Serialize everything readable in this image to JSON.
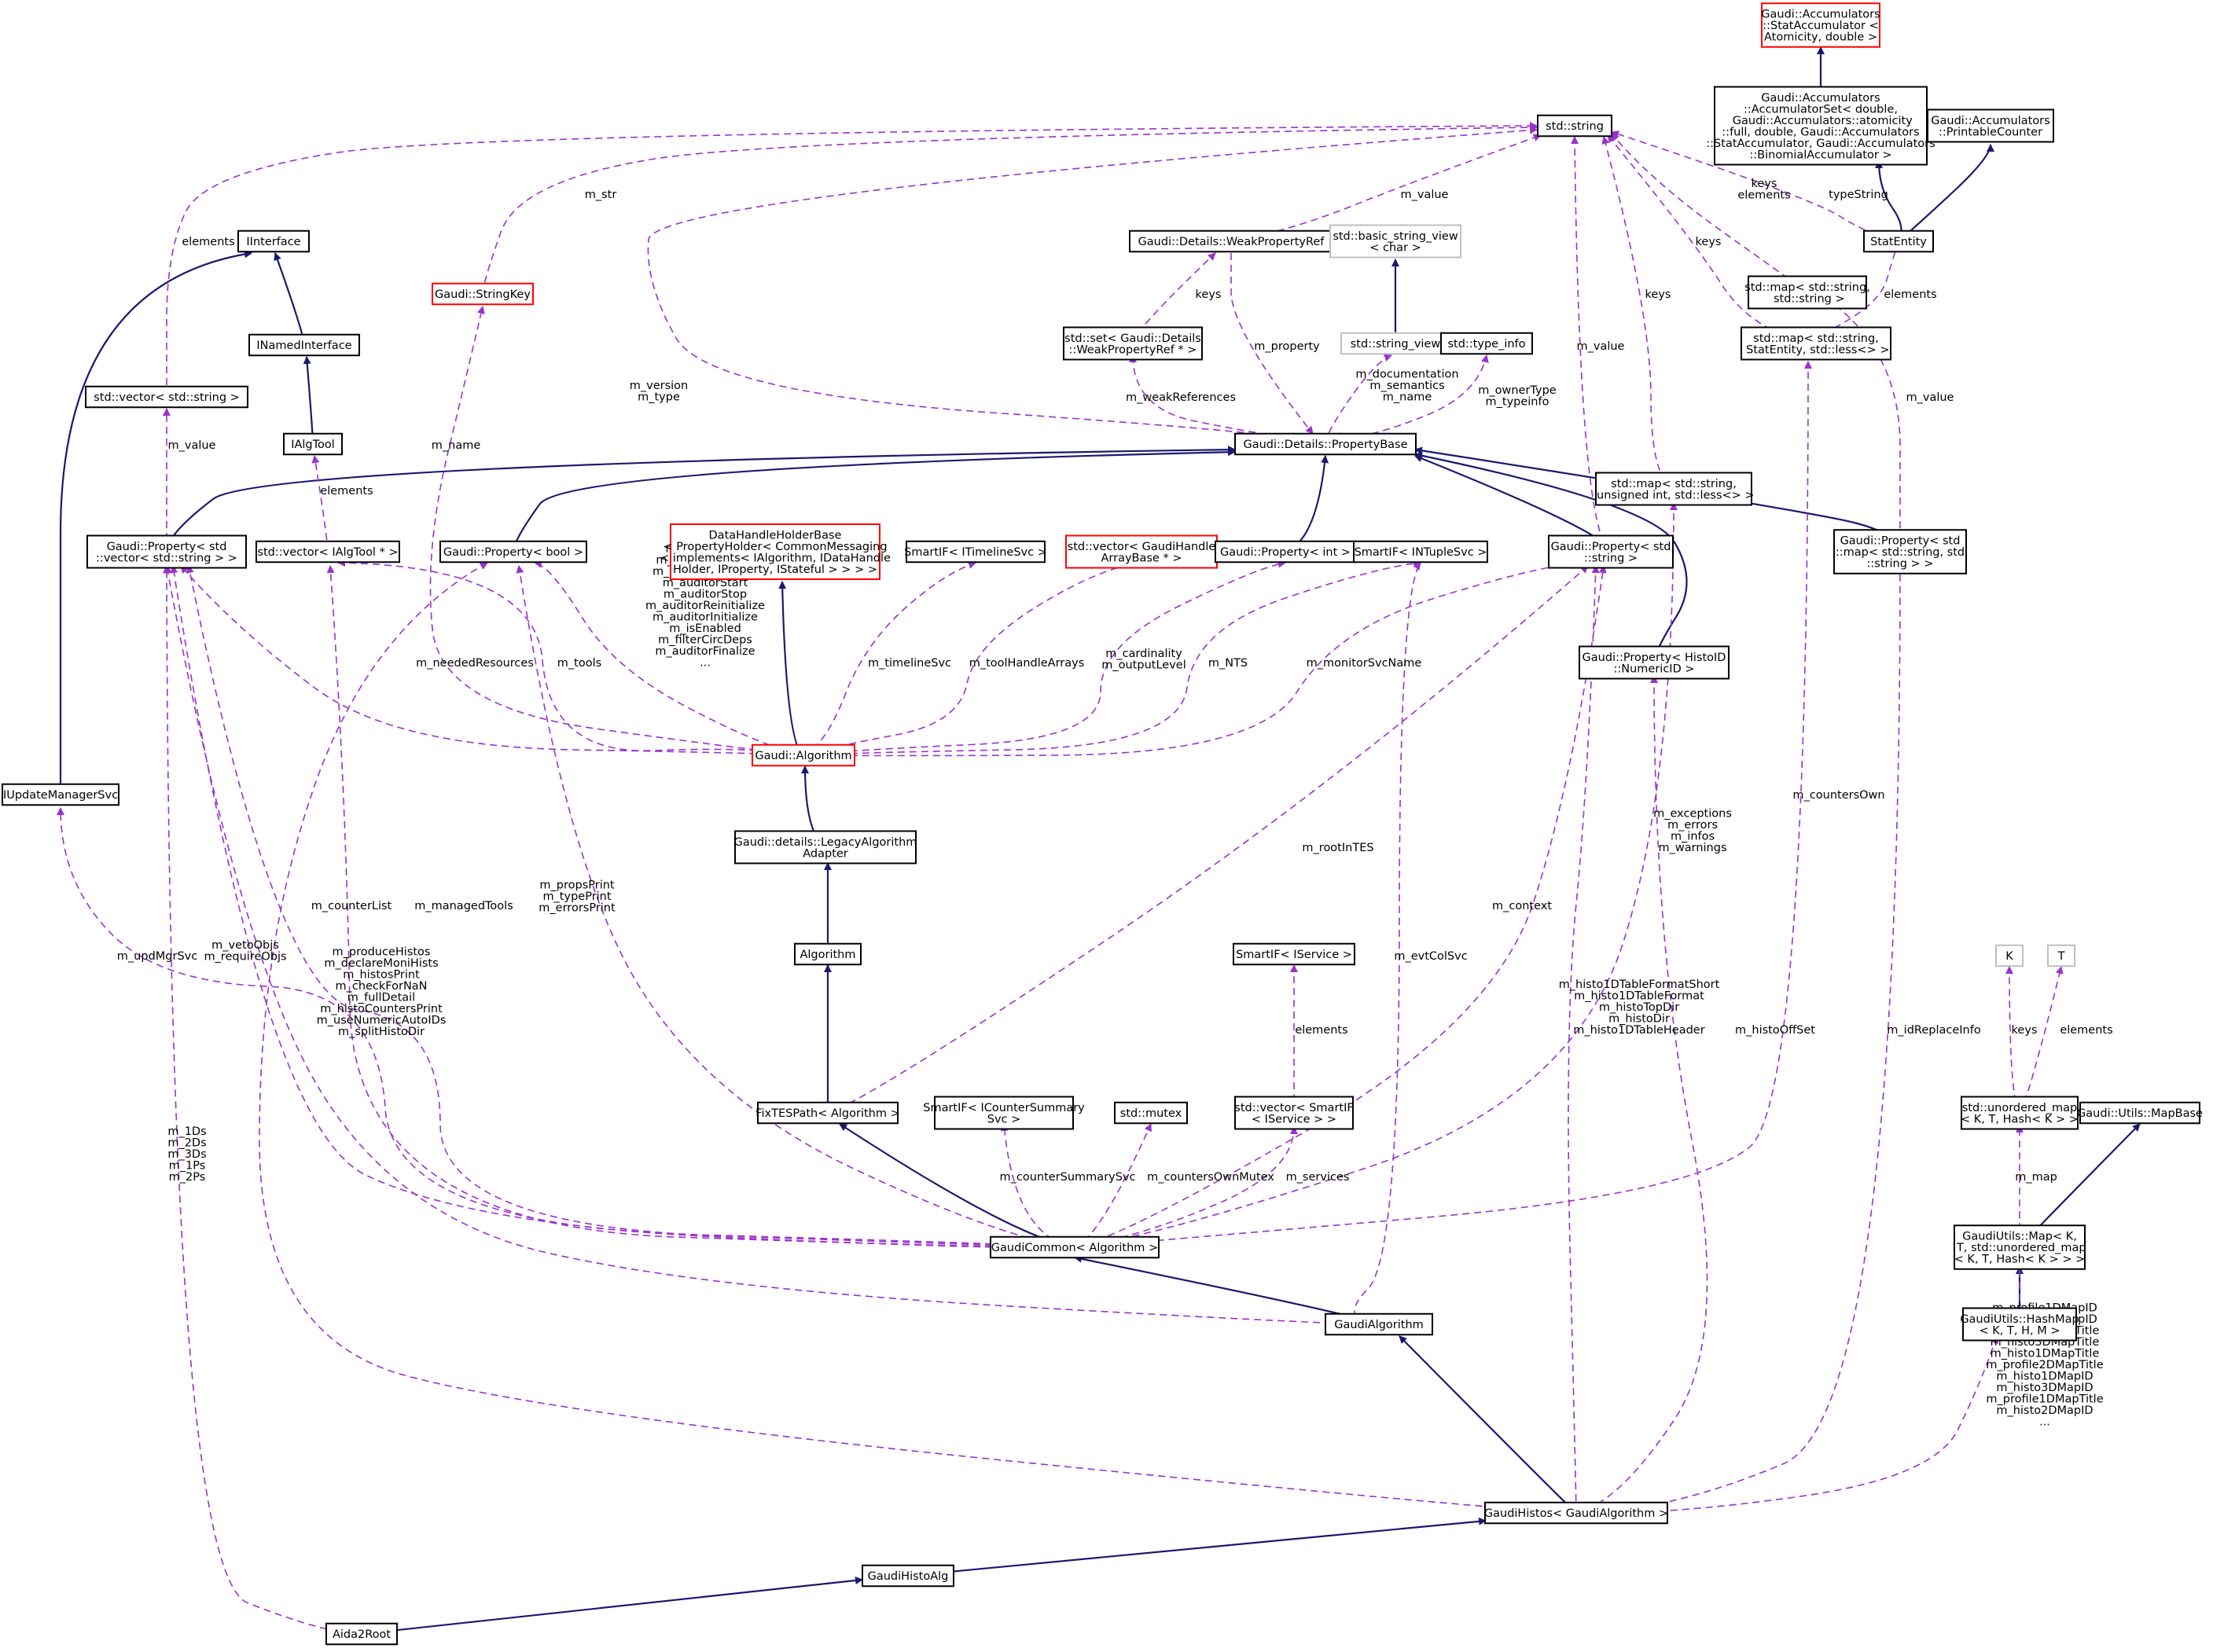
{
  "diagram": {
    "colors": {
      "inherit_edge": "#191970",
      "member_edge": "#9a32cd",
      "node_border": "#000000",
      "node_border_undocumented": "#ff0000",
      "node_border_external": "#bfbfbf",
      "root_fill": "#bfbfbf"
    },
    "nodes": [
      {
        "id": "stataccum",
        "lines": [
          "Gaudi::Accumulators",
          "::StatAccumulator <",
          "Atomicity, double >"
        ],
        "style": "red"
      },
      {
        "id": "accumset",
        "lines": [
          "Gaudi::Accumulators",
          "::AccumulatorSet< double,",
          " Gaudi::Accumulators::atomicity",
          "::full, double, Gaudi::Accumulators",
          "::StatAccumulator, Gaudi::Accumulators",
          "::BinomialAccumulator >"
        ],
        "style": "normal"
      },
      {
        "id": "printcounter",
        "lines": [
          "Gaudi::Accumulators",
          "::PrintableCounter"
        ],
        "style": "normal"
      },
      {
        "id": "stdstring",
        "lines": [
          "std::string"
        ],
        "style": "normal"
      },
      {
        "id": "statentity",
        "lines": [
          "StatEntity"
        ],
        "style": "normal"
      },
      {
        "id": "mapstrstr",
        "lines": [
          "std::map< std::string,",
          " std::string >"
        ],
        "style": "normal"
      },
      {
        "id": "mapstrstat",
        "lines": [
          "std::map< std::string,",
          " StatEntity, std::less<> >"
        ],
        "style": "normal"
      },
      {
        "id": "iinterface",
        "lines": [
          "IInterface"
        ],
        "style": "normal"
      },
      {
        "id": "inamed",
        "lines": [
          "INamedInterface"
        ],
        "style": "normal"
      },
      {
        "id": "ialgtool",
        "lines": [
          "IAlgTool"
        ],
        "style": "normal"
      },
      {
        "id": "vecstr",
        "lines": [
          "std::vector< std::string >"
        ],
        "style": "normal"
      },
      {
        "id": "stringkey",
        "lines": [
          "Gaudi::StringKey"
        ],
        "style": "red"
      },
      {
        "id": "weakpropref",
        "lines": [
          "Gaudi::Details::WeakPropertyRef"
        ],
        "style": "normal"
      },
      {
        "id": "bsv",
        "lines": [
          "std::basic_string_view",
          "< char >"
        ],
        "style": "gray"
      },
      {
        "id": "setweak",
        "lines": [
          "std::set< Gaudi::Details",
          "::WeakPropertyRef * >"
        ],
        "style": "normal"
      },
      {
        "id": "strview",
        "lines": [
          "std::string_view"
        ],
        "style": "gray"
      },
      {
        "id": "typeinfo",
        "lines": [
          "std::type_info"
        ],
        "style": "normal"
      },
      {
        "id": "propbase",
        "lines": [
          "Gaudi::Details::PropertyBase"
        ],
        "style": "normal"
      },
      {
        "id": "mapstruint",
        "lines": [
          "std::map< std::string,",
          " unsigned int, std::less<> >"
        ],
        "style": "normal"
      },
      {
        "id": "propvecstr",
        "lines": [
          "Gaudi::Property< std",
          "::vector< std::string > >"
        ],
        "style": "normal"
      },
      {
        "id": "vecialgtool",
        "lines": [
          "std::vector< IAlgTool * >"
        ],
        "style": "normal"
      },
      {
        "id": "propbool",
        "lines": [
          "Gaudi::Property< bool >"
        ],
        "style": "normal"
      },
      {
        "id": "dhhb",
        "lines": [
          "DataHandleHolderBase",
          "< PropertyHolder< CommonMessaging",
          "< implements< IAlgorithm, IDataHandle",
          "Holder, IProperty, IStateful > > > >"
        ],
        "style": "red"
      },
      {
        "id": "smarttimeline",
        "lines": [
          "SmartIF< ITimelineSvc >"
        ],
        "style": "normal"
      },
      {
        "id": "vecgaudihandle",
        "lines": [
          "std::vector< GaudiHandle",
          "ArrayBase * >"
        ],
        "style": "red"
      },
      {
        "id": "propint",
        "lines": [
          "Gaudi::Property< int >"
        ],
        "style": "normal"
      },
      {
        "id": "smartntuple",
        "lines": [
          "SmartIF< INTupleSvc >"
        ],
        "style": "normal"
      },
      {
        "id": "propstr",
        "lines": [
          "Gaudi::Property< std",
          "::string >"
        ],
        "style": "normal"
      },
      {
        "id": "propmap",
        "lines": [
          "Gaudi::Property< std",
          "::map< std::string, std",
          "::string > >"
        ],
        "style": "normal"
      },
      {
        "id": "prophistoid",
        "lines": [
          "Gaudi::Property< HistoID",
          "::NumericID >"
        ],
        "style": "normal"
      },
      {
        "id": "iupdmgr",
        "lines": [
          "IUpdateManagerSvc"
        ],
        "style": "normal"
      },
      {
        "id": "gaudialgorithm_base",
        "lines": [
          "Gaudi::Algorithm"
        ],
        "style": "red"
      },
      {
        "id": "legacyadapter",
        "lines": [
          "Gaudi::details::LegacyAlgorithm",
          "Adapter"
        ],
        "style": "normal"
      },
      {
        "id": "algorithm",
        "lines": [
          "Algorithm"
        ],
        "style": "normal"
      },
      {
        "id": "fixtes",
        "lines": [
          "FixTESPath< Algorithm >"
        ],
        "style": "normal"
      },
      {
        "id": "smartcounter",
        "lines": [
          "SmartIF< ICounterSummary",
          "Svc >"
        ],
        "style": "normal"
      },
      {
        "id": "stdmutex",
        "lines": [
          "std::mutex"
        ],
        "style": "normal"
      },
      {
        "id": "smartiservice",
        "lines": [
          "SmartIF< IService >"
        ],
        "style": "normal"
      },
      {
        "id": "vecsmartiservice",
        "lines": [
          "std::vector< SmartIF",
          "< IService > >"
        ],
        "style": "normal"
      },
      {
        "id": "gaudicommon",
        "lines": [
          "GaudiCommon< Algorithm >"
        ],
        "style": "normal"
      },
      {
        "id": "gaudialg",
        "lines": [
          "GaudiAlgorithm"
        ],
        "style": "normal"
      },
      {
        "id": "K",
        "lines": [
          "K"
        ],
        "style": "gray"
      },
      {
        "id": "T",
        "lines": [
          "T"
        ],
        "style": "gray"
      },
      {
        "id": "unorderedmap",
        "lines": [
          "std::unordered_map",
          "< K, T, Hash< K > >"
        ],
        "style": "normal"
      },
      {
        "id": "mapbase",
        "lines": [
          "Gaudi::Utils::MapBase"
        ],
        "style": "normal"
      },
      {
        "id": "gumap",
        "lines": [
          "GaudiUtils::Map< K,",
          " T, std::unordered_map",
          "< K, T, Hash< K > > >"
        ],
        "style": "normal"
      },
      {
        "id": "hashmap",
        "lines": [
          "GaudiUtils::HashMap",
          "< K, T, H, M >"
        ],
        "style": "normal"
      },
      {
        "id": "gaudihistos",
        "lines": [
          "GaudiHistos< GaudiAlgorithm >"
        ],
        "style": "normal"
      },
      {
        "id": "gaudihistoalg",
        "lines": [
          "GaudiHistoAlg"
        ],
        "style": "normal"
      },
      {
        "id": "aida2root",
        "lines": [
          "Aida2Root"
        ],
        "style": "root"
      }
    ],
    "edges": [
      {
        "kind": "inherit",
        "from": "accumset",
        "to": "stataccum"
      },
      {
        "kind": "inherit",
        "from": "statentity",
        "to": "accumset"
      },
      {
        "kind": "inherit",
        "from": "statentity",
        "to": "printcounter"
      },
      {
        "kind": "inherit",
        "from": "inamed",
        "to": "iinterface"
      },
      {
        "kind": "inherit",
        "from": "ialgtool",
        "to": "inamed"
      },
      {
        "kind": "inherit",
        "from": "iupdmgr",
        "to": "iinterface"
      },
      {
        "kind": "inherit",
        "from": "strview",
        "to": "bsv"
      },
      {
        "kind": "inherit",
        "from": "propvecstr",
        "to": "propbase"
      },
      {
        "kind": "inherit",
        "from": "propbool",
        "to": "propbase"
      },
      {
        "kind": "inherit",
        "from": "propint",
        "to": "propbase"
      },
      {
        "kind": "inherit",
        "from": "propstr",
        "to": "propbase"
      },
      {
        "kind": "inherit",
        "from": "propmap",
        "to": "propbase"
      },
      {
        "kind": "inherit",
        "from": "prophistoid",
        "to": "propbase"
      },
      {
        "kind": "inherit",
        "from": "gaudialgorithm_base",
        "to": "dhhb"
      },
      {
        "kind": "inherit",
        "from": "legacyadapter",
        "to": "gaudialgorithm_base"
      },
      {
        "kind": "inherit",
        "from": "algorithm",
        "to": "legacyadapter"
      },
      {
        "kind": "inherit",
        "from": "fixtes",
        "to": "algorithm"
      },
      {
        "kind": "inherit",
        "from": "gaudicommon",
        "to": "fixtes"
      },
      {
        "kind": "inherit",
        "from": "gaudialg",
        "to": "gaudicommon"
      },
      {
        "kind": "inherit",
        "from": "gaudihistos",
        "to": "gaudialg"
      },
      {
        "kind": "inherit",
        "from": "gaudihistoalg",
        "to": "gaudihistos"
      },
      {
        "kind": "inherit",
        "from": "aida2root",
        "to": "gaudihistoalg"
      },
      {
        "kind": "inherit",
        "from": "gumap",
        "to": "mapbase"
      },
      {
        "kind": "inherit",
        "from": "hashmap",
        "to": "gumap"
      },
      {
        "kind": "member",
        "from": "vecstr",
        "to": "stdstring",
        "label": [
          "elements"
        ]
      },
      {
        "kind": "member",
        "from": "stringkey",
        "to": "stdstring",
        "label": [
          "m_str"
        ]
      },
      {
        "kind": "member",
        "from": "weakpropref",
        "to": "stdstring",
        "label": [
          "m_value"
        ]
      },
      {
        "kind": "member",
        "from": "propstr",
        "to": "stdstring",
        "label": [
          "m_value"
        ]
      },
      {
        "kind": "member",
        "from": "mapstrstr",
        "to": "stdstring",
        "label": [
          "keys",
          "elements"
        ]
      },
      {
        "kind": "member",
        "from": "mapstrstat",
        "to": "stdstring",
        "label": [
          "keys"
        ]
      },
      {
        "kind": "member",
        "from": "statentity",
        "to": "stdstring",
        "label": [
          "typeString"
        ]
      },
      {
        "kind": "member",
        "from": "mapstruint",
        "to": "stdstring",
        "label": [
          "keys"
        ]
      },
      {
        "kind": "member",
        "from": "propbase",
        "to": "stdstring",
        "label": [
          "m_version",
          "m_type"
        ]
      },
      {
        "kind": "member",
        "from": "setweak",
        "to": "weakpropref",
        "label": [
          "keys"
        ]
      },
      {
        "kind": "member",
        "from": "weakpropref",
        "to": "propbase",
        "label": [
          "m_property"
        ]
      },
      {
        "kind": "member",
        "from": "propbase",
        "to": "setweak",
        "label": [
          "m_weakReferences"
        ]
      },
      {
        "kind": "member",
        "from": "propbase",
        "to": "strview",
        "label": [
          "m_documentation",
          "m_semantics",
          "m_name"
        ]
      },
      {
        "kind": "member",
        "from": "propbase",
        "to": "typeinfo",
        "label": [
          "m_ownerType",
          "m_typeinfo"
        ]
      },
      {
        "kind": "member",
        "from": "statentity",
        "to": "mapstrstat",
        "label": [
          "elements"
        ]
      },
      {
        "kind": "member",
        "from": "propmap",
        "to": "mapstrstr",
        "label": [
          "m_value"
        ]
      },
      {
        "kind": "member",
        "from": "propvecstr",
        "to": "vecstr",
        "label": [
          "m_value"
        ]
      },
      {
        "kind": "member",
        "from": "vecialgtool",
        "to": "ialgtool",
        "label": [
          "elements"
        ]
      },
      {
        "kind": "member",
        "from": "gaudialgorithm_base",
        "to": "stringkey",
        "label": [
          "m_name"
        ]
      },
      {
        "kind": "member",
        "from": "gaudialgorithm_base",
        "to": "propvecstr",
        "label": [
          "m_neededResources"
        ]
      },
      {
        "kind": "member",
        "from": "gaudialgorithm_base",
        "to": "vecialgtool",
        "label": [
          "m_tools"
        ]
      },
      {
        "kind": "member",
        "from": "gaudialgorithm_base",
        "to": "propbool",
        "label": [
          "m_doTimeline",
          "m_auditorRestart",
          "m_registerContext",
          "m_auditorStart",
          "m_auditorStop",
          "m_auditorReinitialize",
          "m_auditorInitialize",
          "m_isEnabled",
          "m_filterCircDeps",
          "m_auditorFinalize",
          "..."
        ]
      },
      {
        "kind": "member",
        "from": "gaudialgorithm_base",
        "to": "smarttimeline",
        "label": [
          "m_timelineSvc"
        ]
      },
      {
        "kind": "member",
        "from": "gaudialgorithm_base",
        "to": "vecgaudihandle",
        "label": [
          "m_toolHandleArrays"
        ]
      },
      {
        "kind": "member",
        "from": "gaudialgorithm_base",
        "to": "propint",
        "label": [
          "m_cardinality",
          "m_outputLevel"
        ]
      },
      {
        "kind": "member",
        "from": "gaudialgorithm_base",
        "to": "smartntuple",
        "label": [
          "m_NTS"
        ]
      },
      {
        "kind": "member",
        "from": "gaudialgorithm_base",
        "to": "propstr",
        "label": [
          "m_monitorSvcName"
        ]
      },
      {
        "kind": "member",
        "from": "fixtes",
        "to": "propstr",
        "label": [
          "m_rootInTES"
        ]
      },
      {
        "kind": "member",
        "from": "gaudicommon",
        "to": "iupdmgr",
        "label": [
          "m_updMgrSvc"
        ]
      },
      {
        "kind": "member",
        "from": "gaudicommon",
        "to": "propvecstr",
        "label": [
          "m_vetoObjs",
          "m_requireObjs"
        ]
      },
      {
        "kind": "member",
        "from": "gaudicommon",
        "to": "vecialgtool",
        "label": [
          "m_managedTools"
        ]
      },
      {
        "kind": "member",
        "from": "gaudicommon",
        "to": "propbool",
        "label": [
          "m_propsPrint",
          "m_typePrint",
          "m_errorsPrint"
        ]
      },
      {
        "kind": "member",
        "from": "gaudicommon",
        "to": "propstr",
        "label": [
          "m_context"
        ]
      },
      {
        "kind": "member",
        "from": "gaudicommon",
        "to": "mapstruint",
        "label": [
          "m_exceptions",
          "m_errors",
          "m_infos",
          "m_warnings"
        ]
      },
      {
        "kind": "member",
        "from": "gaudicommon",
        "to": "mapstrstat",
        "label": [
          "m_countersOwn"
        ]
      },
      {
        "kind": "member",
        "from": "gaudicommon",
        "to": "smartcounter",
        "label": [
          "m_counterSummarySvc"
        ]
      },
      {
        "kind": "member",
        "from": "gaudicommon",
        "to": "stdmutex",
        "label": [
          "m_countersOwnMutex"
        ]
      },
      {
        "kind": "member",
        "from": "gaudicommon",
        "to": "vecsmartiservice",
        "label": [
          "m_services"
        ]
      },
      {
        "kind": "member",
        "from": "gaudicommon",
        "to": "propvecstr",
        "label": [
          "m_counterList"
        ]
      },
      {
        "kind": "member",
        "from": "vecsmartiservice",
        "to": "smartiservice",
        "label": [
          "elements"
        ]
      },
      {
        "kind": "member",
        "from": "gaudialg",
        "to": "smartntuple",
        "label": [
          "m_evtColSvc"
        ]
      },
      {
        "kind": "member",
        "from": "gaudialg",
        "to": "propvecstr",
        "label": []
      },
      {
        "kind": "member",
        "from": "gaudihistos",
        "to": "propbool",
        "label": [
          "m_produceHistos",
          "m_declareMoniHists",
          "m_histosPrint",
          "m_checkForNaN",
          "m_fullDetail",
          "m_histoCountersPrint",
          "m_useNumericAutoIDs",
          "m_splitHistoDir"
        ]
      },
      {
        "kind": "member",
        "from": "gaudihistos",
        "to": "propstr",
        "label": [
          "m_histo1DTableFormatShort",
          "m_histo1DTableFormat",
          "m_histoTopDir",
          "m_histoDir",
          "m_histo1DTableHeader"
        ]
      },
      {
        "kind": "member",
        "from": "gaudihistos",
        "to": "prophistoid",
        "label": [
          "m_histoOffSet"
        ]
      },
      {
        "kind": "member",
        "from": "gaudihistos",
        "to": "propmap",
        "label": [
          "m_idReplaceInfo"
        ]
      },
      {
        "kind": "member",
        "from": "gaudihistos",
        "to": "hashmap",
        "label": [
          "m_profile1DMapID",
          "m_profile2DMapID",
          "m_histo2DMapTitle",
          "m_histo3DMapTitle",
          "m_histo1DMapTitle",
          "m_profile2DMapTitle",
          "m_histo1DMapID",
          "m_histo3DMapID",
          "m_profile1DMapTitle",
          "m_histo2DMapID",
          "..."
        ]
      },
      {
        "kind": "member",
        "from": "aida2root",
        "to": "propvecstr",
        "label": [
          "m_1Ds",
          "m_2Ds",
          "m_3Ds",
          "m_1Ps",
          "m_2Ps"
        ]
      },
      {
        "kind": "member",
        "from": "unorderedmap",
        "to": "K",
        "label": [
          "keys"
        ]
      },
      {
        "kind": "member",
        "from": "unorderedmap",
        "to": "T",
        "label": [
          "elements"
        ]
      },
      {
        "kind": "member",
        "from": "hashmap",
        "to": "unorderedmap",
        "label": [
          "m_map"
        ]
      }
    ]
  }
}
